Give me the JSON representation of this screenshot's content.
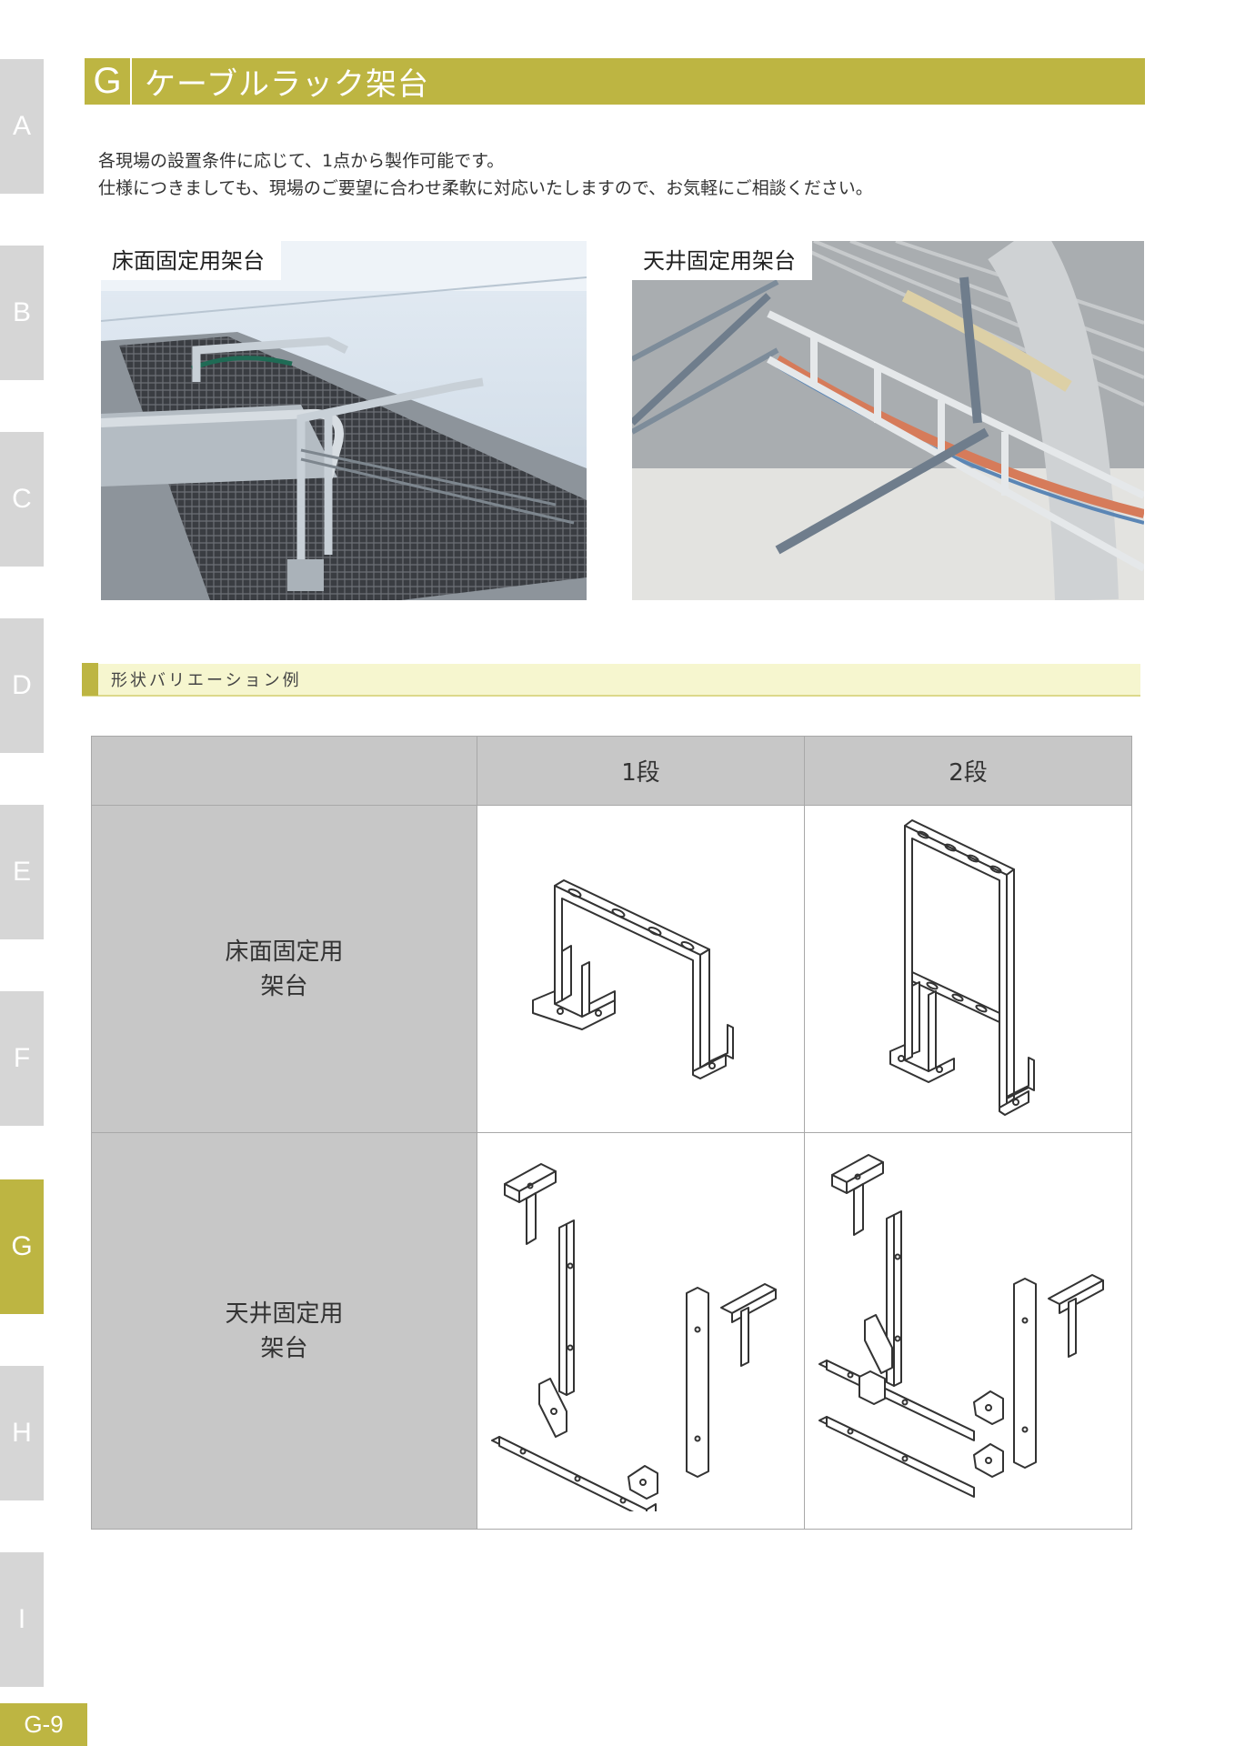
{
  "side_tabs": [
    "A",
    "B",
    "C",
    "D",
    "E",
    "F",
    "G",
    "H",
    "I"
  ],
  "active_tab": "G",
  "page_number": "G-9",
  "header": {
    "letter": "G",
    "title": "ケーブルラック架台"
  },
  "intro": {
    "line1": "各現場の設置条件に応じて、1点から製作可能です。",
    "line2": "仕様につきましても、現場のご要望に合わせ柔軟に対応いたしますので、お気軽にご相談ください。"
  },
  "photos": {
    "floor_label": "床面固定用架台",
    "ceiling_label": "天井固定用架台"
  },
  "section": {
    "title": "形状バリエーション例"
  },
  "table": {
    "col_single": "1段",
    "col_double": "2段",
    "row_floor": {
      "line1": "床面固定用",
      "line2": "架台"
    },
    "row_ceiling": {
      "line1": "天井固定用",
      "line2": "架台"
    }
  },
  "colors": {
    "accent": "#bdb542",
    "tab_gray": "#d6d6d6",
    "band": "#f6f6cf",
    "table_gray": "#c7c7c7"
  }
}
